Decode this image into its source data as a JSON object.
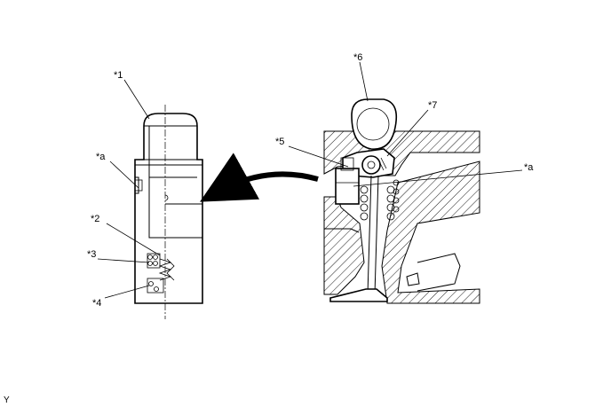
{
  "callouts": {
    "c1": "*1",
    "ca_left": "*a",
    "c2": "*2",
    "c3": "*3",
    "c4": "*4",
    "c5": "*5",
    "c6": "*6",
    "c7": "*7",
    "ca_right": "*a"
  },
  "corner_mark": "Y"
}
